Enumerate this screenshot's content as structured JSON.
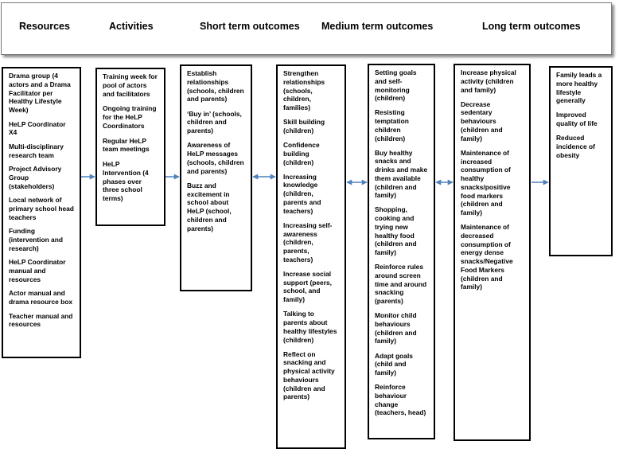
{
  "headers": [
    "Resources",
    "Activities",
    "Short term outcomes",
    "Medium term outcomes",
    "Long term outcomes"
  ],
  "columns": {
    "resources": [
      "Drama group (4 actors and a Drama Facilitator per Healthy Lifestyle Week)",
      "HeLP Coordinator X4",
      "Multi-disciplinary research team",
      "Project Advisory Group (stakeholders)",
      "Local network of primary school head teachers",
      "Funding (intervention and research)",
      "HeLP Coordinator manual and resources",
      "Actor manual and drama resource box",
      "Teacher manual and resources"
    ],
    "activities": [
      "Training week for pool of actors and facilitators",
      "Ongoing training for the HeLP Coordinators",
      "Regular HeLP team meetings",
      "HeLP Intervention (4 phases over three school terms)"
    ],
    "short_term": [
      "Establish relationships (schools, children and parents)",
      "‘Buy in’ (schools, children and parents)",
      "Awareness of HeLP messages (schools, children and parents)",
      "Buzz and excitement in school about HeLP (school, children and parents)"
    ],
    "medium_term_a": [
      "Strengthen relationships (schools, children, families)",
      "Skill building (children)",
      "Confidence building (children)",
      "Increasing knowledge (children, parents and teachers)",
      "Increasing self-awareness (children, parents, teachers)",
      "Increase social support (peers, school, and family)",
      "Talking to parents about healthy lifestyles (children)",
      "Reflect on snacking and physical activity behaviours (children and parents)"
    ],
    "medium_term_b": [
      "Setting goals and self-monitoring (children)",
      "Resisting temptation children (children)",
      "Buy healthy snacks and drinks and make them available (children and family)",
      "Shopping, cooking and trying new healthy food (children and family)",
      "Reinforce rules around screen time and around snacking (parents)",
      "Monitor child behaviours (children and family)",
      "Adapt goals (child and family)",
      "Reinforce behaviour change (teachers, head)"
    ],
    "long_term": [
      "Increase physical activity (children and family)",
      "Decrease sedentary behaviours (children and family)",
      "Maintenance of increased consumption of healthy snacks/positive food markers (children and family)",
      "Maintenance of decreased consumption of energy dense snacks/Negative Food Markers (children and family)"
    ],
    "final": [
      "Family leads a more healthy lifestyle generally",
      "Improved quality of life",
      "Reduced incidence of obesity"
    ]
  },
  "colors": {
    "arrow": "#4f81bd",
    "border": "#000000"
  }
}
